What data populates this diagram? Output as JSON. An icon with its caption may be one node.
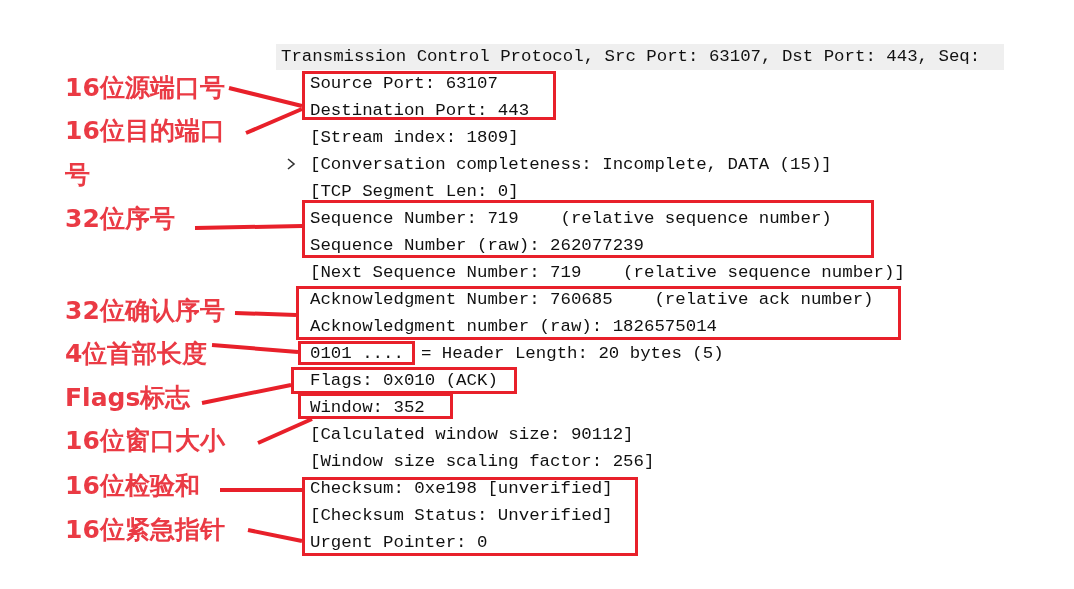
{
  "diagram": {
    "nodes": [
      {
        "text": [
          "16位源端口号"
        ]
      },
      {
        "text": [
          "16位目的端口号"
        ]
      },
      {
        "text": [
          "32位序号"
        ]
      },
      {
        "text": [
          "32位确认序号"
        ]
      },
      {
        "text": [
          "4位首部长度"
        ]
      },
      {
        "text": [
          "Flags标志"
        ]
      },
      {
        "text": [
          "16位窗口大小"
        ]
      },
      {
        "text": [
          "16位检验和"
        ]
      },
      {
        "text": [
          "16位紧急指针"
        ]
      },
      {
        "text": [
          "Source Port: 63107",
          "Destination Port: 443"
        ]
      },
      {
        "text": [
          "Sequence Number: 719    (relative sequence number)",
          "Sequence Number (raw): 262077239"
        ]
      },
      {
        "text": [
          "Acknowledgment Number: 760685    (relative ack number)",
          "Acknowledgment number (raw): 1826575014"
        ]
      },
      {
        "text": [
          "0101 ...."
        ],
        "beside": [
          "= Header Length: 20 bytes (5)"
        ]
      },
      {
        "text": [
          "Flags: 0x010 (ACK)"
        ]
      },
      {
        "text": [
          "Window: 352"
        ]
      },
      {
        "text": [
          "Checksum: 0xe198 [unverified]",
          "[Checksum Status: Unverified]",
          "Urgent Pointer: 0"
        ]
      }
    ],
    "edges": [
      {
        "from": 0,
        "to": 9,
        "arrow": "none"
      },
      {
        "from": 1,
        "to": 9,
        "arrow": "none"
      },
      {
        "from": 2,
        "to": 10,
        "arrow": "none"
      },
      {
        "from": 3,
        "to": 11,
        "arrow": "none"
      },
      {
        "from": 4,
        "to": 12,
        "arrow": "none"
      },
      {
        "from": 5,
        "to": 13,
        "arrow": "none"
      },
      {
        "from": 6,
        "to": 14,
        "arrow": "none"
      },
      {
        "from": 7,
        "to": 15,
        "arrow": "none"
      },
      {
        "from": 8,
        "to": 15,
        "arrow": "none"
      }
    ],
    "labels": [
      "Transmission Control Protocol, Src Port: 63107, Dst Port: 443, Seq:",
      "[Stream index: 1809]",
      "[Conversation completeness: Incomplete, DATA (15)]",
      "[TCP Segment Len: 0]",
      "[Next Sequence Number: 719    (relative sequence number)]",
      "[Calculated window size: 90112]",
      "[Window size scaling factor: 256]"
    ]
  }
}
